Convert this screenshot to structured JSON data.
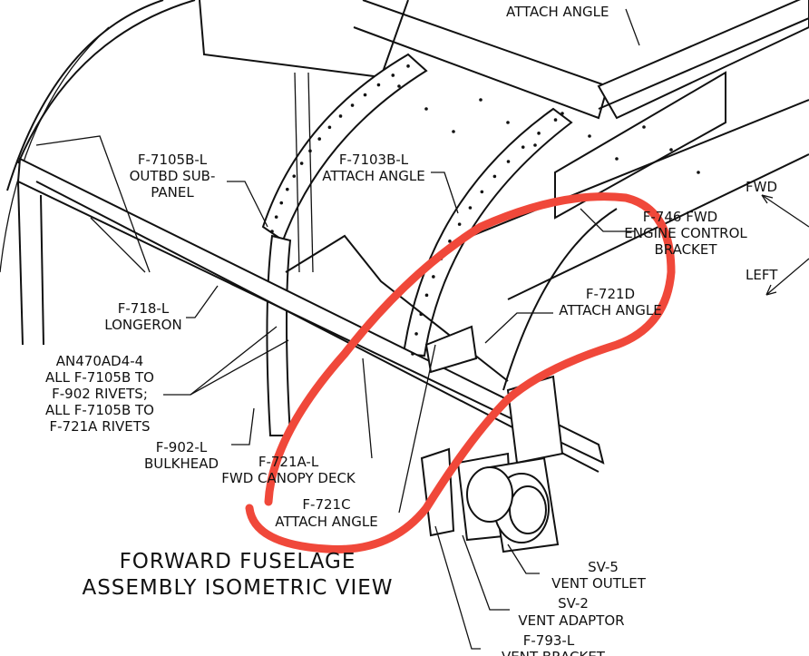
{
  "title": {
    "line1": "FORWARD FUSELAGE",
    "line2": "ASSEMBLY ISOMETRIC VIEW"
  },
  "labels": {
    "top_attach": "ATTACH ANGLE",
    "f7105b": [
      "F-7105B-L",
      "OUTBD SUB-",
      "PANEL"
    ],
    "f7103b": [
      "F-7103B-L",
      "ATTACH ANGLE"
    ],
    "f746": [
      "F-746 FWD",
      "ENGINE CONTROL",
      "BRACKET"
    ],
    "f718": [
      "F-718-L",
      "LONGERON"
    ],
    "f721d": [
      "F-721D",
      "ATTACH ANGLE"
    ],
    "an470": [
      "AN470AD4-4",
      "ALL F-7105B TO",
      "F-902 RIVETS;",
      "ALL F-7105B TO",
      "F-721A RIVETS"
    ],
    "f902": [
      "F-902-L",
      "BULKHEAD"
    ],
    "f721a": [
      "F-721A-L",
      "FWD CANOPY DECK"
    ],
    "f721c": [
      "F-721C",
      "ATTACH ANGLE"
    ],
    "sv5": [
      "SV-5",
      "VENT OUTLET"
    ],
    "sv2": [
      "SV-2",
      "VENT ADAPTOR"
    ],
    "f793": [
      "F-793-L",
      "VENT BRACKET"
    ]
  },
  "directions": {
    "fwd": "FWD",
    "left": "LEFT"
  },
  "annotation_color": "#f0483a"
}
